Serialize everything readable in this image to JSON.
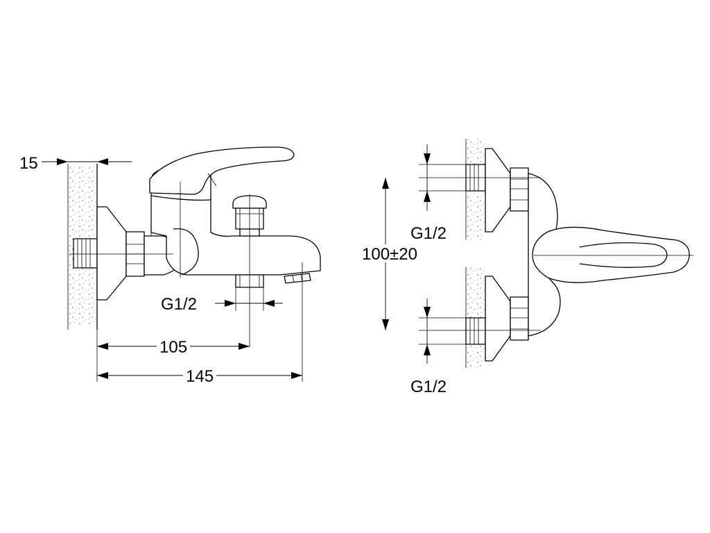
{
  "side_view": {
    "wall_thickness_label": "15",
    "outlet_thread_label": "G1/2",
    "spout_dim_label": "105",
    "overall_dim_label": "145"
  },
  "front_view": {
    "top_thread_label": "G1/2",
    "center_distance_label": "100±20",
    "bottom_thread_label": "G1/2"
  }
}
